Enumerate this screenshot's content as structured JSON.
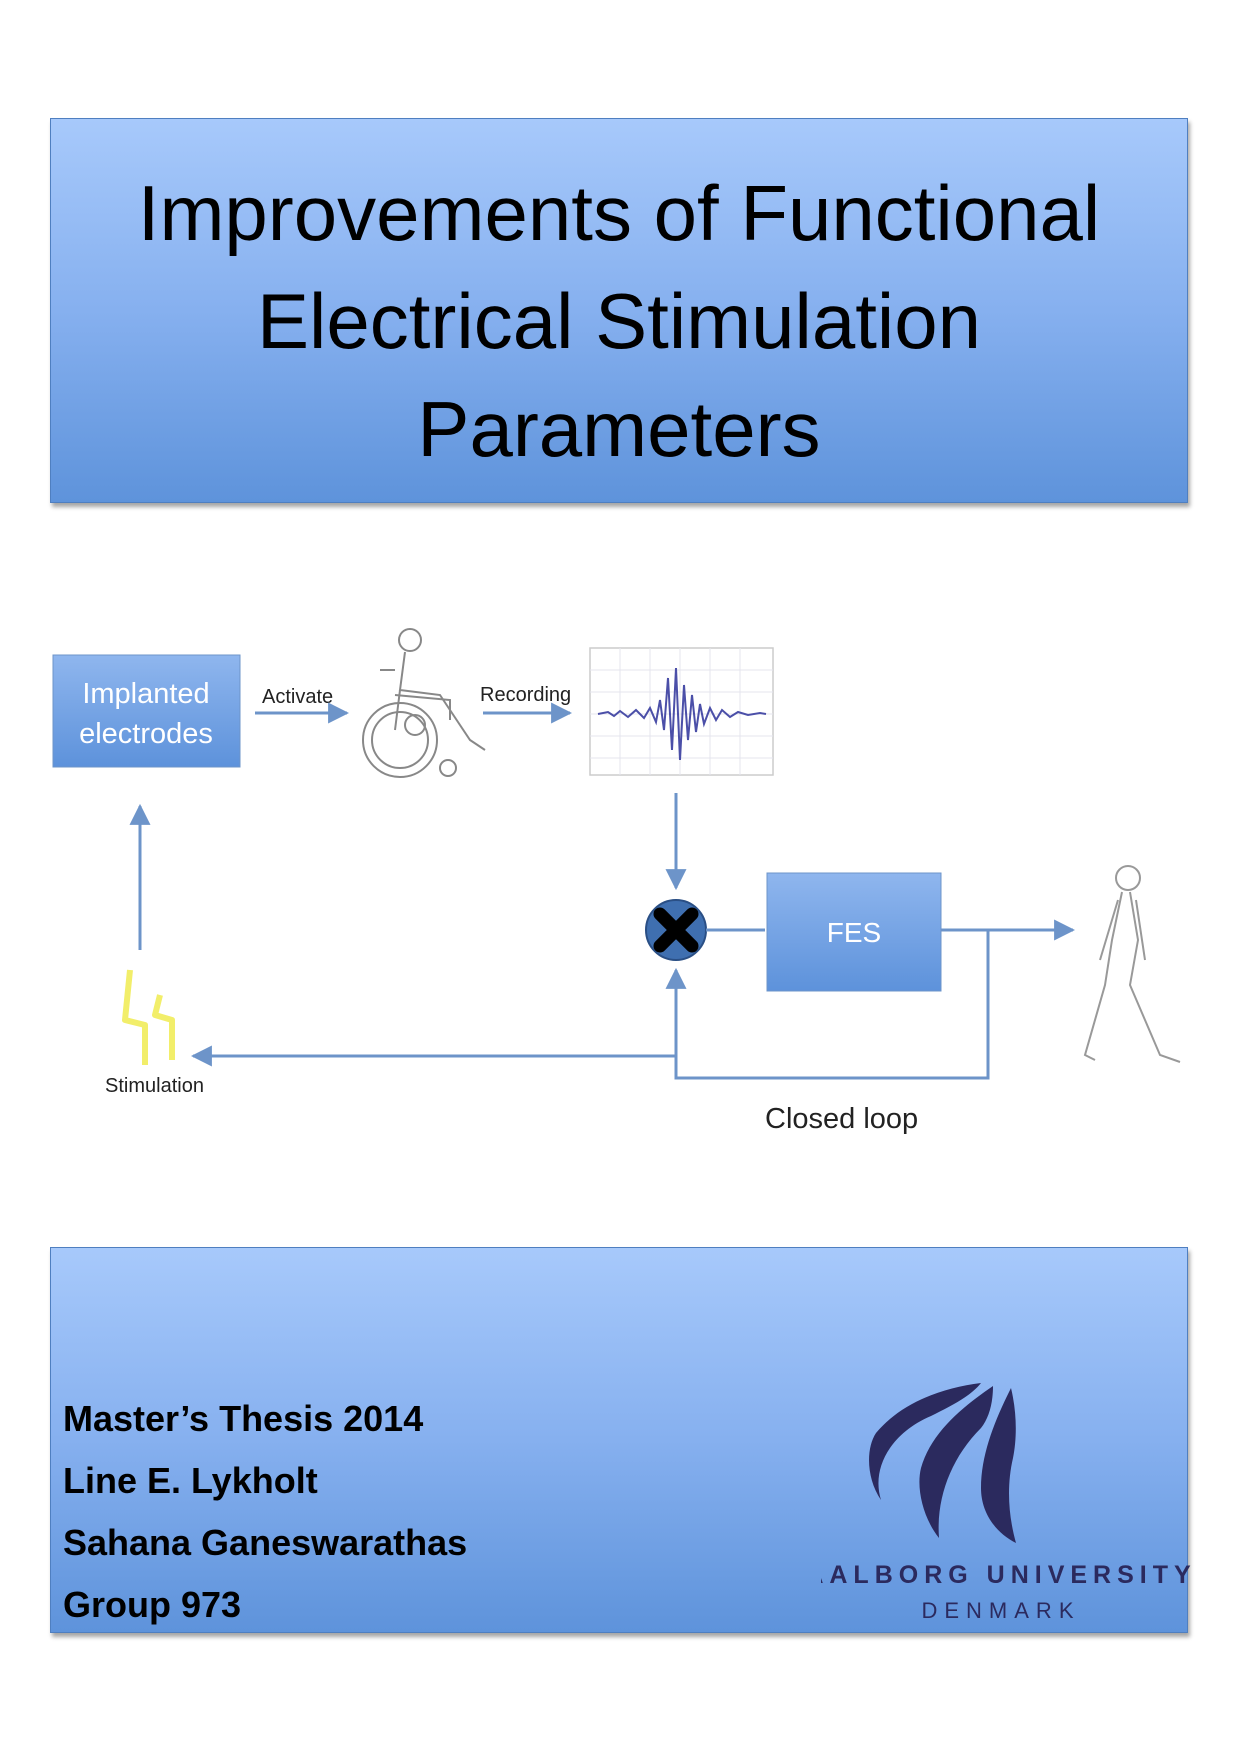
{
  "title_lines": [
    "Improvements of Functional",
    "Electrical Stimulation",
    "Parameters"
  ],
  "diagram": {
    "implanted": [
      "Implanted",
      "electrodes"
    ],
    "activate": "Activate",
    "recording": "Recording",
    "fes": "FES",
    "stimulation": "Stimulation",
    "closed_loop": "Closed loop"
  },
  "info": {
    "line1": "Master’s Thesis 2014",
    "line2": "Line E. Lykholt",
    "line3": "Sahana Ganeswarathas",
    "line4": "Group 973"
  },
  "logo": {
    "name": "AALBORG UNIVERSITY",
    "country": "DENMARK"
  },
  "colors": {
    "panel_top": "#a7c9fb",
    "panel_bottom": "#5e93db",
    "logo": "#2b2a5e",
    "arrow": "#6d94c9",
    "bolt": "#f2ee6a"
  }
}
